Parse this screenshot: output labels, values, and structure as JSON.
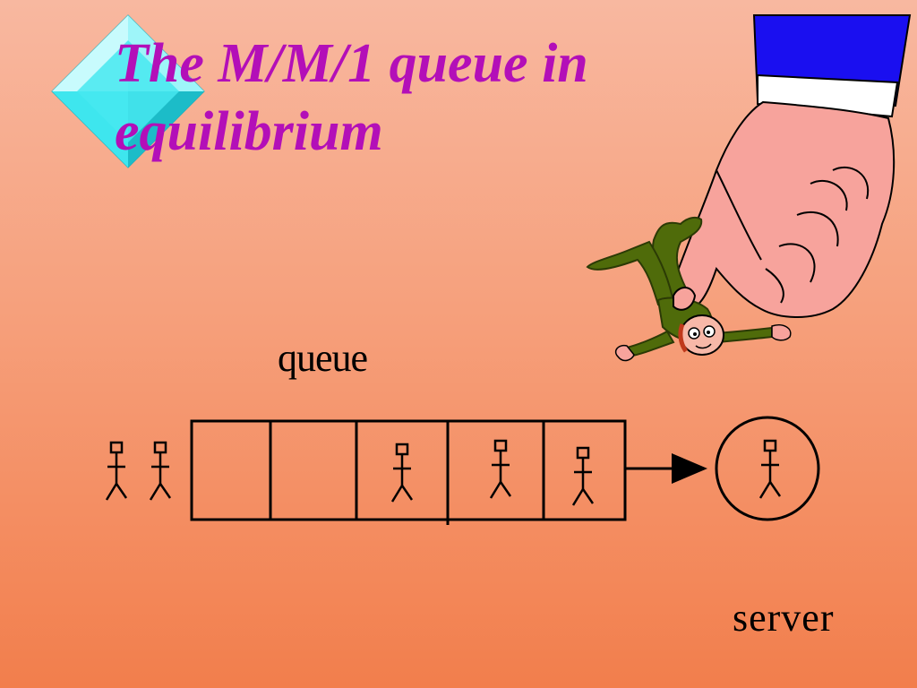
{
  "slide": {
    "title_line1": "The M/M/1 queue in",
    "title_line2": "equilibrium"
  },
  "diagram": {
    "queue_label": "queue",
    "server_label": "server",
    "waiting_outside": 2,
    "queue_slots": 5,
    "occupied_slots": [
      3,
      4,
      5
    ],
    "in_service": 1
  },
  "colors": {
    "title": "#b30fb8",
    "diamond": "#33e3ec",
    "sleeve": "#1a0ff0",
    "hand": "#f7a39c",
    "figure_suit": "#4f6b0a"
  },
  "icons": [
    "diamond-bullet-icon",
    "hand-icon",
    "dangling-man-icon",
    "stick-figure-icon",
    "arrow-icon"
  ]
}
